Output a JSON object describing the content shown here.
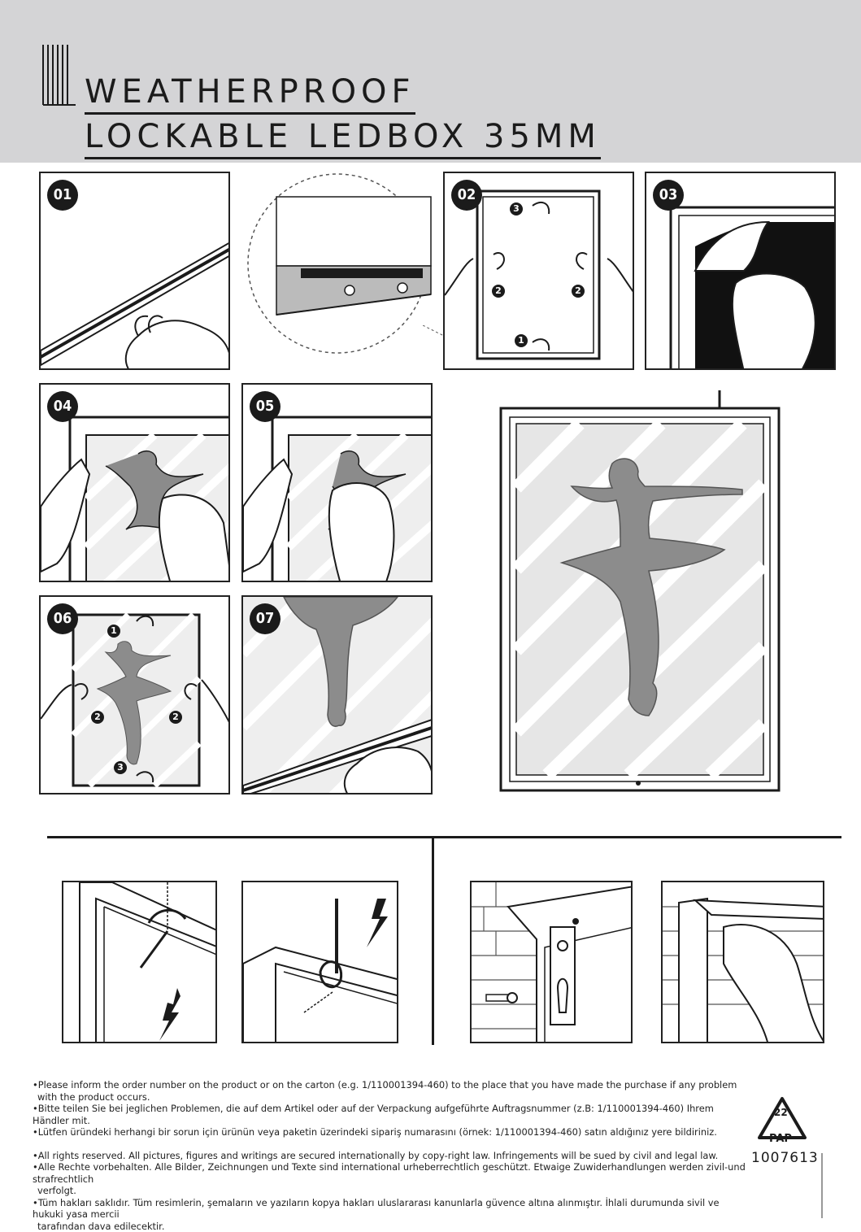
{
  "header": {
    "title_line1": "WEATHERPROOF",
    "title_line2": "LOCKABLE LEDBOX 35MM"
  },
  "steps": [
    "01",
    "02",
    "03",
    "04",
    "05",
    "06",
    "07"
  ],
  "step_markers": {
    "one": "1",
    "two": "2",
    "three": "3"
  },
  "footer": {
    "lines": [
      "•Please inform the order number on the product or on the carton (e.g. 1/110001394-460) to the place that you have made the purchase if any problem",
      "with the product occurs.",
      "•Bitte teilen Sie bei jeglichen Problemen, die auf dem Artikel oder auf der  Verpackung aufgeführte Auftragsnummer (z.B: 1/110001394-460) Ihrem Händler mit.",
      "•Lütfen üründeki herhangi bir sorun için ürünün veya paketin üzerindeki sipariş numarasını (örnek: 1/110001394-460) satın aldığınız yere bildiriniz.",
      "•All rights reserved. All pictures, figures and writings are secured internationally by copy-right law. Infringements will be sued by civil and legal law.",
      "•Alle Rechte vorbehalten. Alle Bilder, Zeichnungen und Texte sind international  urheberrechtlich geschützt. Etwaige Zuwiderhandlungen werden zivil-und strafrechtlich",
      "verfolgt.",
      "•Tüm hakları saklıdır. Tüm resimlerin, şemaların ve yazıların kopya hakları uluslararası  kanunlarla güvence altına alınmıştır. İhlali durumunda sivil ve hukuki yasa mercii",
      "tarafından dava edilecektir."
    ]
  },
  "recycle": {
    "number": "22",
    "label": "PAP"
  },
  "product_code": "1007613"
}
